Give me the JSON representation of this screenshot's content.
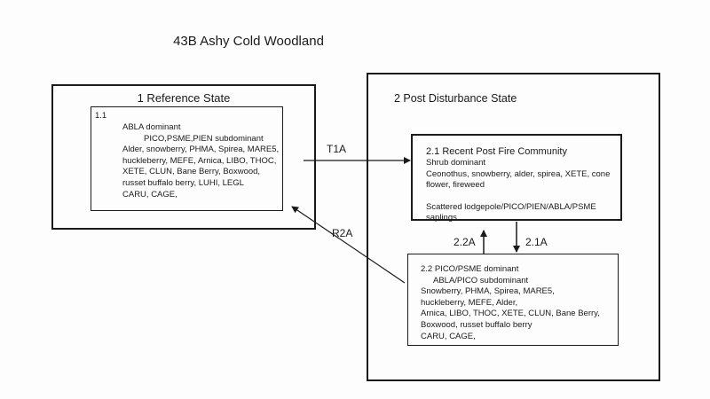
{
  "title": "43B Ashy Cold Woodland",
  "states": [
    {
      "id": "1",
      "title": "1 Reference State",
      "communities": [
        {
          "id": "1.1",
          "label": "1.1",
          "lines": [
            "ABLA dominant",
            "PICO,PSME,PIEN subdominant",
            "Alder, snowberry, PHMA, Spirea, MARE5,",
            "huckleberry, MEFE, Arnica, LIBO, THOC,",
            "XETE, CLUN, Bane Berry, Boxwood,",
            "russet buffalo berry, LUHI, LEGL",
            "CARU, CAGE,"
          ]
        }
      ]
    },
    {
      "id": "2",
      "title": "2 Post Disturbance State",
      "communities": [
        {
          "id": "2.1",
          "label": "2.1 Recent Post Fire Community",
          "lines": [
            "Shrub dominant",
            "Ceonothus, snowberry, alder, spirea, XETE, cone",
            "flower, fireweed"
          ],
          "lines_after_gap": [
            "Scattered lodgepole/PICO/PIEN/ABLA/PSME",
            "saplings"
          ]
        },
        {
          "id": "2.2",
          "lines": [
            "2.2 PICO/PSME dominant",
            "ABLA/PICO subdominant",
            "Snowberry, PHMA, Spirea, MARE5,",
            "huckleberry, MEFE, Alder,",
            "Arnica, LIBO, THOC, XETE, CLUN, Bane Berry,",
            "Boxwood, russet buffalo berry",
            "CARU, CAGE,"
          ]
        }
      ]
    }
  ],
  "transitions": [
    {
      "label": "T1A",
      "from": "1",
      "to": "2.1"
    },
    {
      "label": "R2A",
      "from": "2.2",
      "to": "1"
    },
    {
      "label": "2.2A",
      "from": "2.2",
      "to": "2.1"
    },
    {
      "label": "2.1A",
      "from": "2.1",
      "to": "2.2"
    }
  ]
}
